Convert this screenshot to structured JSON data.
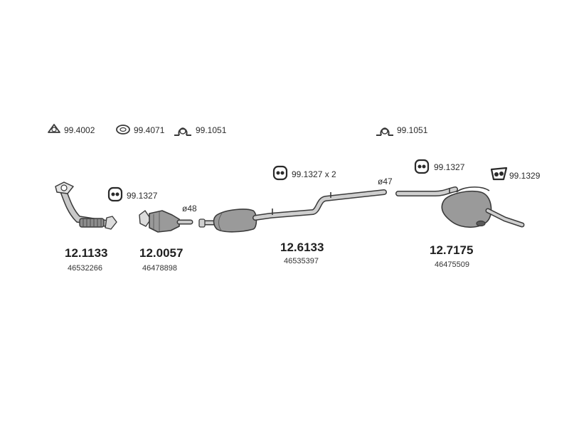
{
  "colors": {
    "background": "#ffffff",
    "part_fill": "#9a9a9a",
    "part_light": "#d8d8d8",
    "outline": "#3a3a3a",
    "text": "#2b2b2b"
  },
  "accessories": [
    {
      "icon": "o-ring-icon",
      "code": "99.4002"
    },
    {
      "icon": "ring-gasket-icon",
      "code": "99.4071"
    },
    {
      "icon": "pipe-clamp-icon",
      "code": "99.1051"
    },
    {
      "icon": "pipe-clamp-icon",
      "code": "99.1051"
    },
    {
      "icon": "rubber-hanger-icon",
      "code": "99.1327"
    },
    {
      "icon": "rubber-hanger-icon",
      "code": "99.1327 x 2"
    },
    {
      "icon": "rubber-hanger-icon",
      "code": "99.1327"
    },
    {
      "icon": "rubber-mount-icon",
      "code": "99.1329"
    }
  ],
  "diameters": [
    "ø48",
    "ø47"
  ],
  "parts": [
    {
      "name": "front-pipe",
      "number": "12.1133",
      "oem": "46532266"
    },
    {
      "name": "catalytic-converter",
      "number": "12.0057",
      "oem": "46478898"
    },
    {
      "name": "centre-silencer",
      "number": "12.6133",
      "oem": "46535397"
    },
    {
      "name": "rear-silencer",
      "number": "12.7175",
      "oem": "46475509"
    }
  ]
}
